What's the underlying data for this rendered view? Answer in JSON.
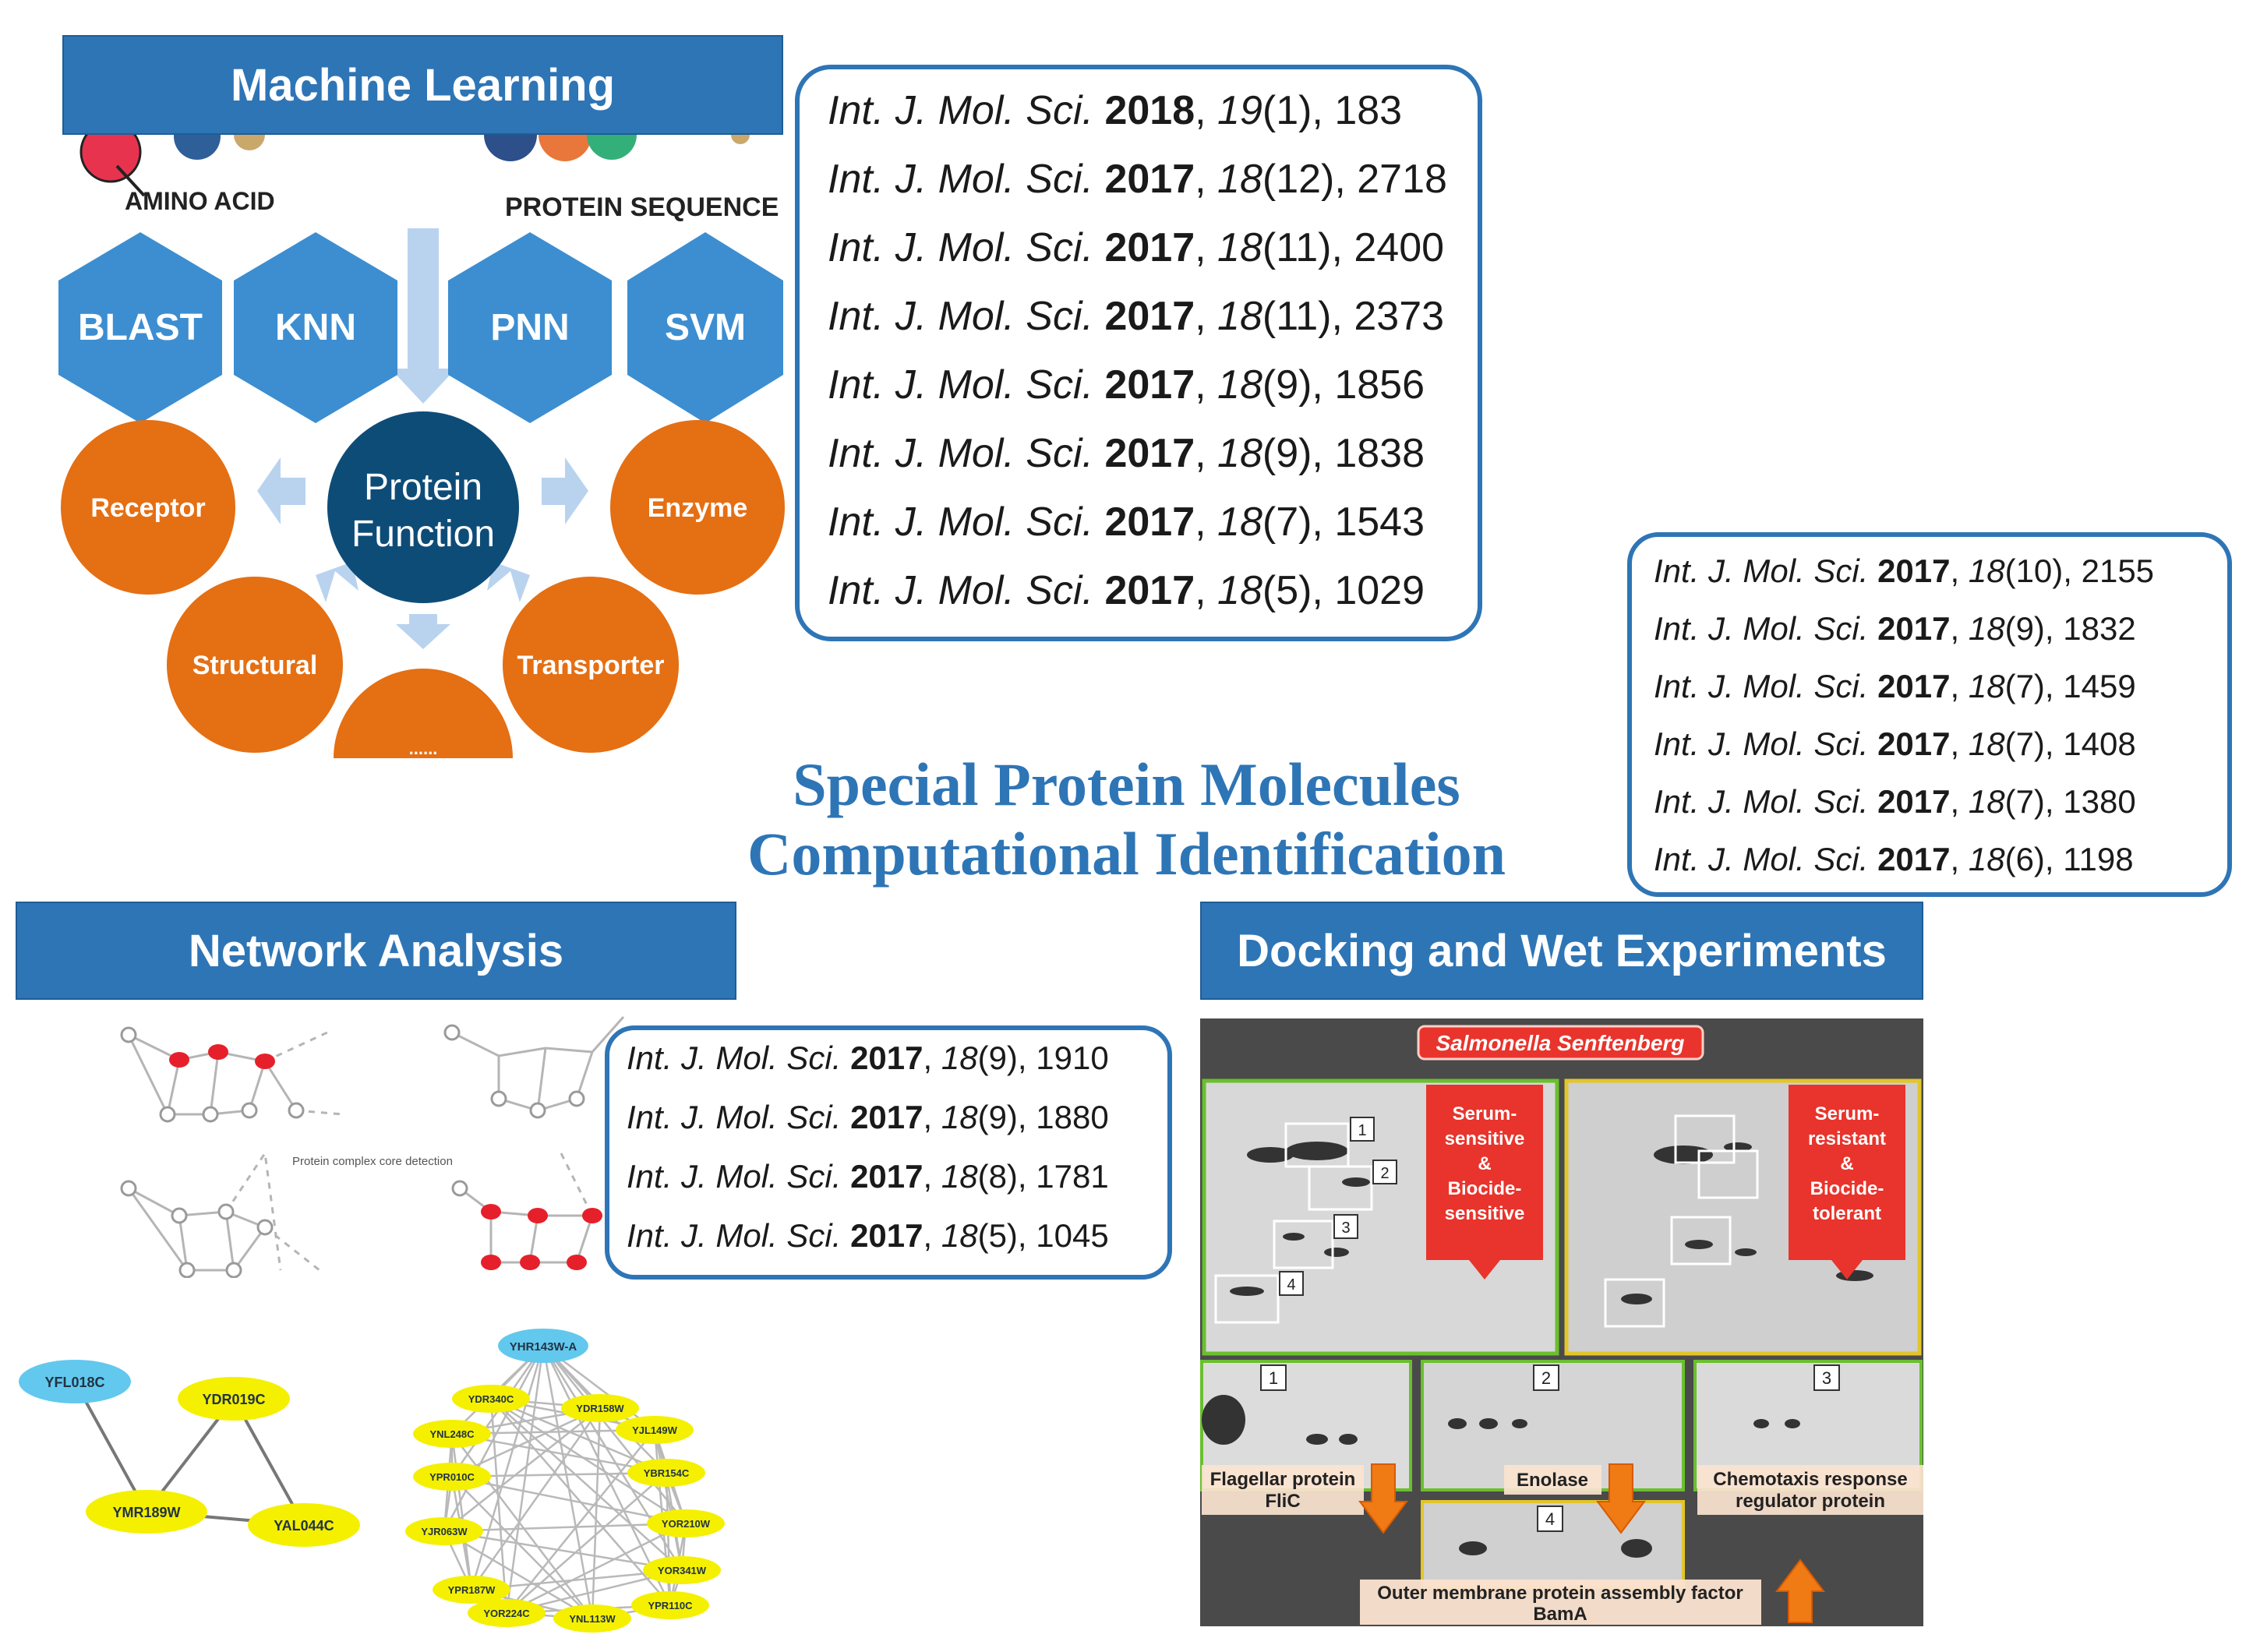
{
  "colors": {
    "banner_blue": "#2e75b6",
    "hex_blue": "#3c8ed1",
    "orange": "#e56f13",
    "navy": "#0e4c78",
    "node_yellow": "#f4f000",
    "node_cyan": "#62c8ee",
    "gel_green": "#6abf2e",
    "callout_red": "#e8342c"
  },
  "title": {
    "line1": "Special Protein Molecules",
    "line2": "Computational Identification"
  },
  "ml": {
    "banner": "Machine Learning",
    "label_amino": "AMINO ACID",
    "label_protein": "PROTEIN SEQUENCE",
    "hexagons": [
      "BLAST",
      "KNN",
      "PNN",
      "SVM"
    ],
    "center_line1": "Protein",
    "center_line2": "Function",
    "circles": [
      "Receptor",
      "Enzyme",
      "Structural",
      "Transporter",
      "......"
    ],
    "refs": [
      {
        "journal": "Int. J. Mol. Sci.",
        "year": "2018",
        "volume": "19",
        "rest": "(1), 183"
      },
      {
        "journal": "Int. J. Mol. Sci.",
        "year": "2017",
        "volume": "18",
        "rest": "(12), 2718"
      },
      {
        "journal": "Int. J. Mol. Sci.",
        "year": "2017",
        "volume": "18",
        "rest": "(11), 2400"
      },
      {
        "journal": "Int. J. Mol. Sci.",
        "year": "2017",
        "volume": "18",
        "rest": "(11), 2373"
      },
      {
        "journal": "Int. J. Mol. Sci.",
        "year": "2017",
        "volume": "18",
        "rest": "(9), 1856"
      },
      {
        "journal": "Int. J. Mol. Sci.",
        "year": "2017",
        "volume": "18",
        "rest": "(9), 1838"
      },
      {
        "journal": "Int. J. Mol. Sci.",
        "year": "2017",
        "volume": "18",
        "rest": "(7), 1543"
      },
      {
        "journal": "Int. J. Mol. Sci.",
        "year": "2017",
        "volume": "18",
        "rest": "(5), 1029"
      }
    ]
  },
  "right_refs": [
    {
      "journal": "Int. J. Mol. Sci.",
      "year": "2017",
      "volume": "18",
      "rest": "(10), 2155"
    },
    {
      "journal": "Int. J. Mol. Sci.",
      "year": "2017",
      "volume": "18",
      "rest": "(9), 1832"
    },
    {
      "journal": "Int. J. Mol. Sci.",
      "year": "2017",
      "volume": "18",
      "rest": "(7), 1459"
    },
    {
      "journal": "Int. J. Mol. Sci.",
      "year": "2017",
      "volume": "18",
      "rest": "(7), 1408"
    },
    {
      "journal": "Int. J. Mol. Sci.",
      "year": "2017",
      "volume": "18",
      "rest": "(7), 1380"
    },
    {
      "journal": "Int. J. Mol. Sci.",
      "year": "2017",
      "volume": "18",
      "rest": "(6), 1198"
    }
  ],
  "network": {
    "banner": "Network Analysis",
    "caption": "Protein complex core detection",
    "refs": [
      {
        "journal": "Int. J. Mol. Sci.",
        "year": "2017",
        "volume": "18",
        "rest": "(9), 1910"
      },
      {
        "journal": "Int. J. Mol. Sci.",
        "year": "2017",
        "volume": "18",
        "rest": "(9), 1880"
      },
      {
        "journal": "Int. J. Mol. Sci.",
        "year": "2017",
        "volume": "18",
        "rest": "(8), 1781"
      },
      {
        "journal": "Int. J. Mol. Sci.",
        "year": "2017",
        "volume": "18",
        "rest": "(5), 1045"
      }
    ],
    "small_nodes": [
      "YFL018C",
      "YDR019C",
      "YMR189W",
      "YAL044C"
    ],
    "hub_node": "YHR143W-A",
    "cluster_nodes": [
      "YDR340C",
      "YDR158W",
      "YJL149W",
      "YNL248C",
      "YBR154C",
      "YPR010C",
      "YOR210W",
      "YJR063W",
      "YOR341W",
      "YPR187W",
      "YOR224C",
      "YNL113W",
      "YPR110C"
    ]
  },
  "docking": {
    "banner": "Docking and Wet Experiments",
    "organism": "Salmonella Senftenberg",
    "left_callout": [
      "Serum-",
      "sensitive",
      "&",
      "Biocide-",
      "sensitive"
    ],
    "right_callout": [
      "Serum-",
      "resistant",
      "&",
      "Biocide-",
      "tolerant"
    ],
    "spot_numbers": [
      "1",
      "2",
      "3",
      "4"
    ],
    "protein1": [
      "Flagellar protein",
      "FliC"
    ],
    "protein2": "Enolase",
    "protein3": [
      "Chemotaxis response",
      "regulator protein"
    ],
    "protein4": [
      "Outer membrane protein assembly factor",
      "BamA"
    ]
  }
}
